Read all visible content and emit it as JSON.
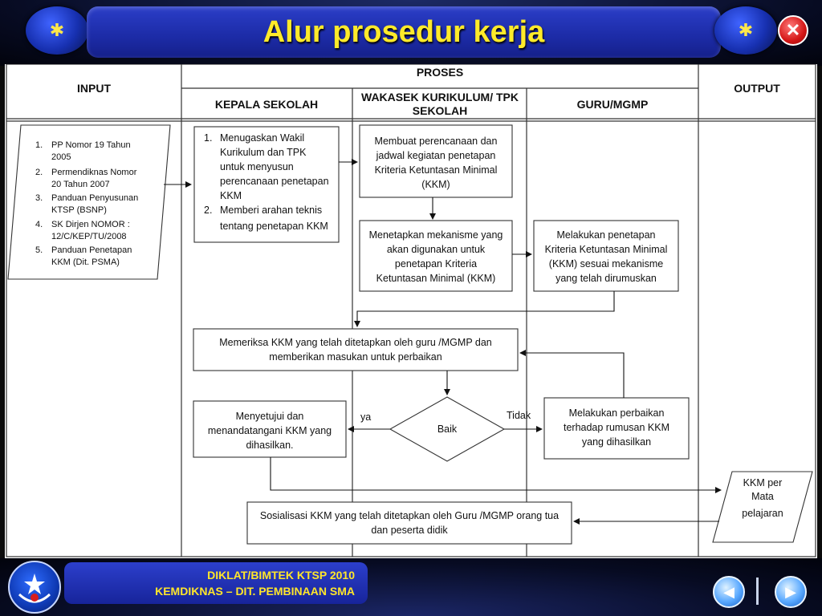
{
  "slide": {
    "title": "Alur prosedur kerja",
    "close_icon": "close-icon",
    "orb_symbol": "✱"
  },
  "diagram": {
    "headers": {
      "input": "INPUT",
      "proses": "PROSES",
      "output": "OUTPUT",
      "kepala_sekolah": "KEPALA SEKOLAH",
      "wakasek_line1": "WAKASEK KURIKULUM/   TPK",
      "wakasek_line2": "SEKOLAH",
      "guru": "GURU/MGMP"
    },
    "input_list": [
      {
        "num": "1.",
        "lines": [
          "PP Nomor  19 Tahun",
          "2005"
        ]
      },
      {
        "num": "2.",
        "lines": [
          "Permendiknas Nomor",
          "20 Tahun 2007"
        ]
      },
      {
        "num": "3.",
        "lines": [
          "Panduan Penyusunan",
          "KTSP (BSNP)"
        ]
      },
      {
        "num": "4.",
        "lines": [
          "SK Dirjen NOMOR  :",
          "12/C/KEP/TU/2008"
        ]
      },
      {
        "num": "5.",
        "lines": [
          "Panduan Penetapan",
          "KKM (Dit. PSMA)"
        ]
      }
    ],
    "kepala_list": [
      {
        "num": "1.",
        "lines": [
          "Menugaskan Wakil",
          "Kurikulum dan TPK",
          "untuk menyusun",
          "perencanaan penetapan",
          "KKM"
        ]
      },
      {
        "num": "2.",
        "lines": [
          "Memberi arahan teknis",
          "tentang penetapan KKM"
        ]
      }
    ],
    "boxes": {
      "perencanaan": [
        "Membuat perencanaan dan",
        "jadwal kegiatan penetapan",
        "Kriteria Ketuntasan Minimal",
        "(KKM)"
      ],
      "mekanisme": [
        "Menetapkan mekanisme yang",
        "akan digunakan untuk",
        "penetapan Kriteria",
        "Ketuntasan Minimal (KKM)"
      ],
      "penetapan_guru": [
        "Melakukan penetapan",
        "Kriteria Ketuntasan Minimal",
        "(KKM) sesuai mekanisme",
        "yang telah dirumuskan"
      ],
      "memeriksa": [
        "Memeriksa KKM yang telah ditetapkan oleh guru /MGMP  dan",
        "memberikan masukan untuk perbaikan"
      ],
      "menyetujui": [
        "Menyetujui dan",
        "menandatangani KKM yang",
        "dihasilkan."
      ],
      "decision": "Baik",
      "perbaikan": [
        "Melakukan perbaikan",
        "terhadap rumusan KKM",
        "yang dihasilkan"
      ],
      "sosialisasi": [
        "Sosialisasi KKM yang telah ditetapkan oleh Guru /MGMP   orang tua",
        "dan peserta didik"
      ],
      "output": [
        "KKM per",
        "Mata",
        "pelajaran"
      ]
    },
    "labels": {
      "yes": "ya",
      "no": "Tidak"
    }
  },
  "footer": {
    "line1": "DIKLAT/BIMTEK KTSP 2010",
    "line2": "KEMDIKNAS – DIT. PEMBINAAN SMA",
    "prev_icon": "◀",
    "next_icon": "▶"
  }
}
